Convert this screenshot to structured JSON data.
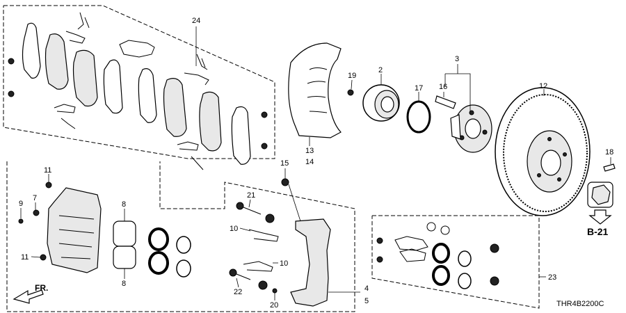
{
  "callouts": {
    "c24": "24",
    "c2": "2",
    "c3": "3",
    "c19": "19",
    "c16": "16",
    "c17": "17",
    "c12": "12",
    "c13": "13",
    "c14": "14",
    "c18": "18",
    "c15": "15",
    "c11a": "11",
    "c11b": "11",
    "c9": "9",
    "c7": "7",
    "c8a": "8",
    "c8b": "8",
    "c21": "21",
    "c10a": "10",
    "c10b": "10",
    "c22": "22",
    "c20": "20",
    "c4": "4",
    "c5": "5",
    "c23": "23"
  },
  "reference": "B-21",
  "direction_label": "FR.",
  "diagram_code": "THR4B2200C"
}
